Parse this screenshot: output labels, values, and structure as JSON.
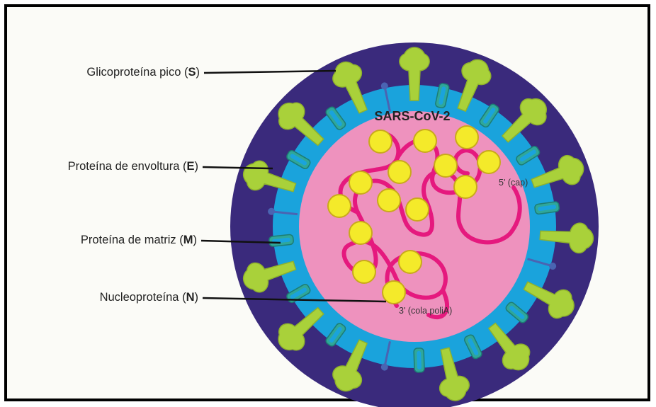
{
  "title": "SARS-CoV-2",
  "labels": {
    "spike": {
      "text": "Glicoproteína pico",
      "abbr": "S"
    },
    "envelope": {
      "text": "Proteína de envoltura",
      "abbr": "E"
    },
    "matrix": {
      "text": "Proteína de matriz",
      "abbr": "M"
    },
    "nucleo": {
      "text": "Nucleoproteína",
      "abbr": "N"
    }
  },
  "rna_labels": {
    "five_prime": "5' (cap)",
    "three_prime": "3' (cola poliA)"
  },
  "colors": {
    "outer_shell": "#3a2a7c",
    "membrane": "#1aa3dc",
    "core": "#ee92be",
    "spike": "#a9d13a",
    "matrix": "#2fa79a",
    "envelope": "#4a64b2",
    "rna": "#e5197e",
    "nucleoprotein": "#f4ea2a"
  }
}
